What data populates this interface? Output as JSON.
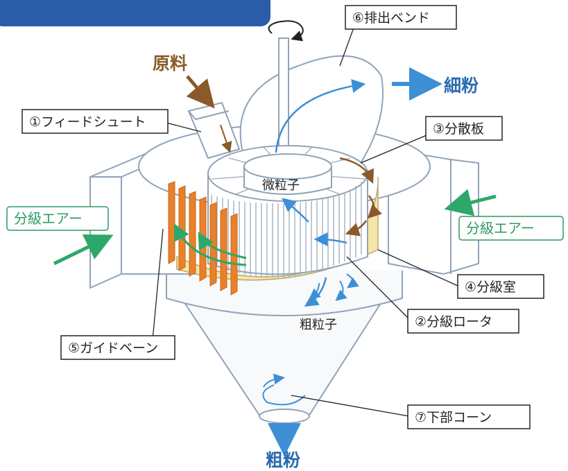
{
  "header_banner": {
    "color": "#2a5ca8"
  },
  "inputs": {
    "raw_material": "原料",
    "classifying_air_left": "分級エアー",
    "classifying_air_right": "分級エアー"
  },
  "outputs": {
    "fine_powder": "細粉",
    "coarse_powder": "粗粉"
  },
  "particles": {
    "fine_particles": "微粒子",
    "coarse_particles": "粗粒子"
  },
  "components": {
    "feed_chute": "①フィードシュート",
    "classifying_rotor": "②分級ロータ",
    "dispersion_plate": "③分散板",
    "classifying_chamber": "④分級室",
    "guide_vane": "⑤ガイドベーン",
    "discharge_bend": "⑥排出ベンド",
    "lower_cone": "⑦下部コーン"
  },
  "colors": {
    "flow_fine": "#3d8fd6",
    "flow_raw": "#8a5a2b",
    "flow_air": "#2ea86a",
    "guide_vane": "#e8812a",
    "chamber_fill": "#f5e6a8",
    "outline": "#8fa3b8"
  }
}
